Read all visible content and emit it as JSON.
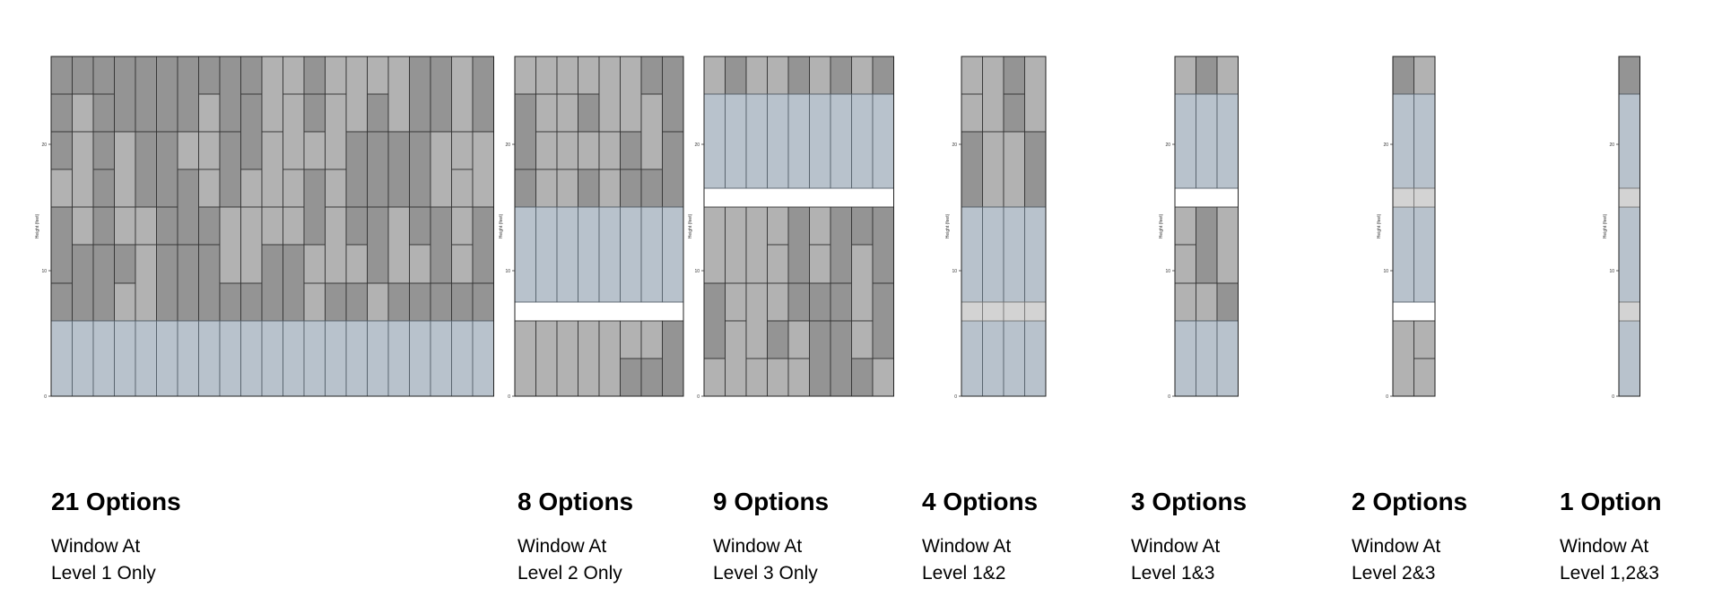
{
  "colors": {
    "dark": "#949494",
    "light": "#b2b2b2",
    "window": "#b8c2cc",
    "sill": "#d3d3d3",
    "line": "#333333"
  },
  "axis": {
    "y_label": "Height (feet)",
    "ticks": [
      "0",
      "10",
      "20"
    ]
  },
  "panels": [
    {
      "id": "p21",
      "title": "21 Options",
      "desc": [
        "Window At",
        "Level 1 Only"
      ]
    },
    {
      "id": "p8",
      "title": "8 Options",
      "desc": [
        "Window At",
        "Level 2 Only"
      ]
    },
    {
      "id": "p9",
      "title": "9 Options",
      "desc": [
        "Window At",
        "Level 3 Only"
      ]
    },
    {
      "id": "p4",
      "title": "4 Options",
      "desc": [
        "Window At",
        "Level 1&2"
      ]
    },
    {
      "id": "p3",
      "title": "3 Options",
      "desc": [
        "Window At",
        "Level 1&3"
      ]
    },
    {
      "id": "p2",
      "title": "2 Options",
      "desc": [
        "Window At",
        "Level 2&3"
      ]
    },
    {
      "id": "p1",
      "title": "1 Option",
      "desc": [
        "Window At",
        "Level 1,2&3"
      ]
    }
  ]
}
